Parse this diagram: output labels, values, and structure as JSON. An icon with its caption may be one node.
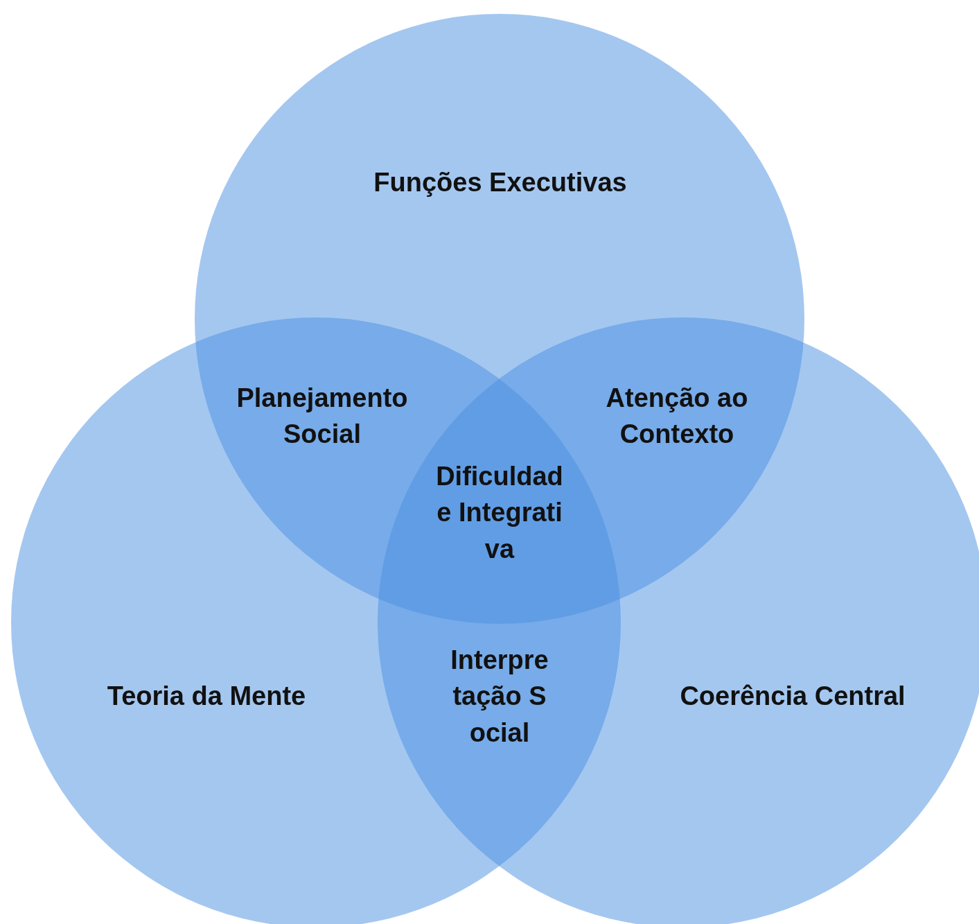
{
  "diagram": {
    "nodes": [
      {
        "text": [
          "Funções Executivas"
        ]
      },
      {
        "text": [
          "Teoria da Mente"
        ]
      },
      {
        "text": [
          "Coerência Central"
        ]
      }
    ],
    "labels": [
      "Planejamento Social",
      "Atenção ao Contexto",
      "Dificuldade Integrativa",
      "Interpretação Social"
    ]
  }
}
